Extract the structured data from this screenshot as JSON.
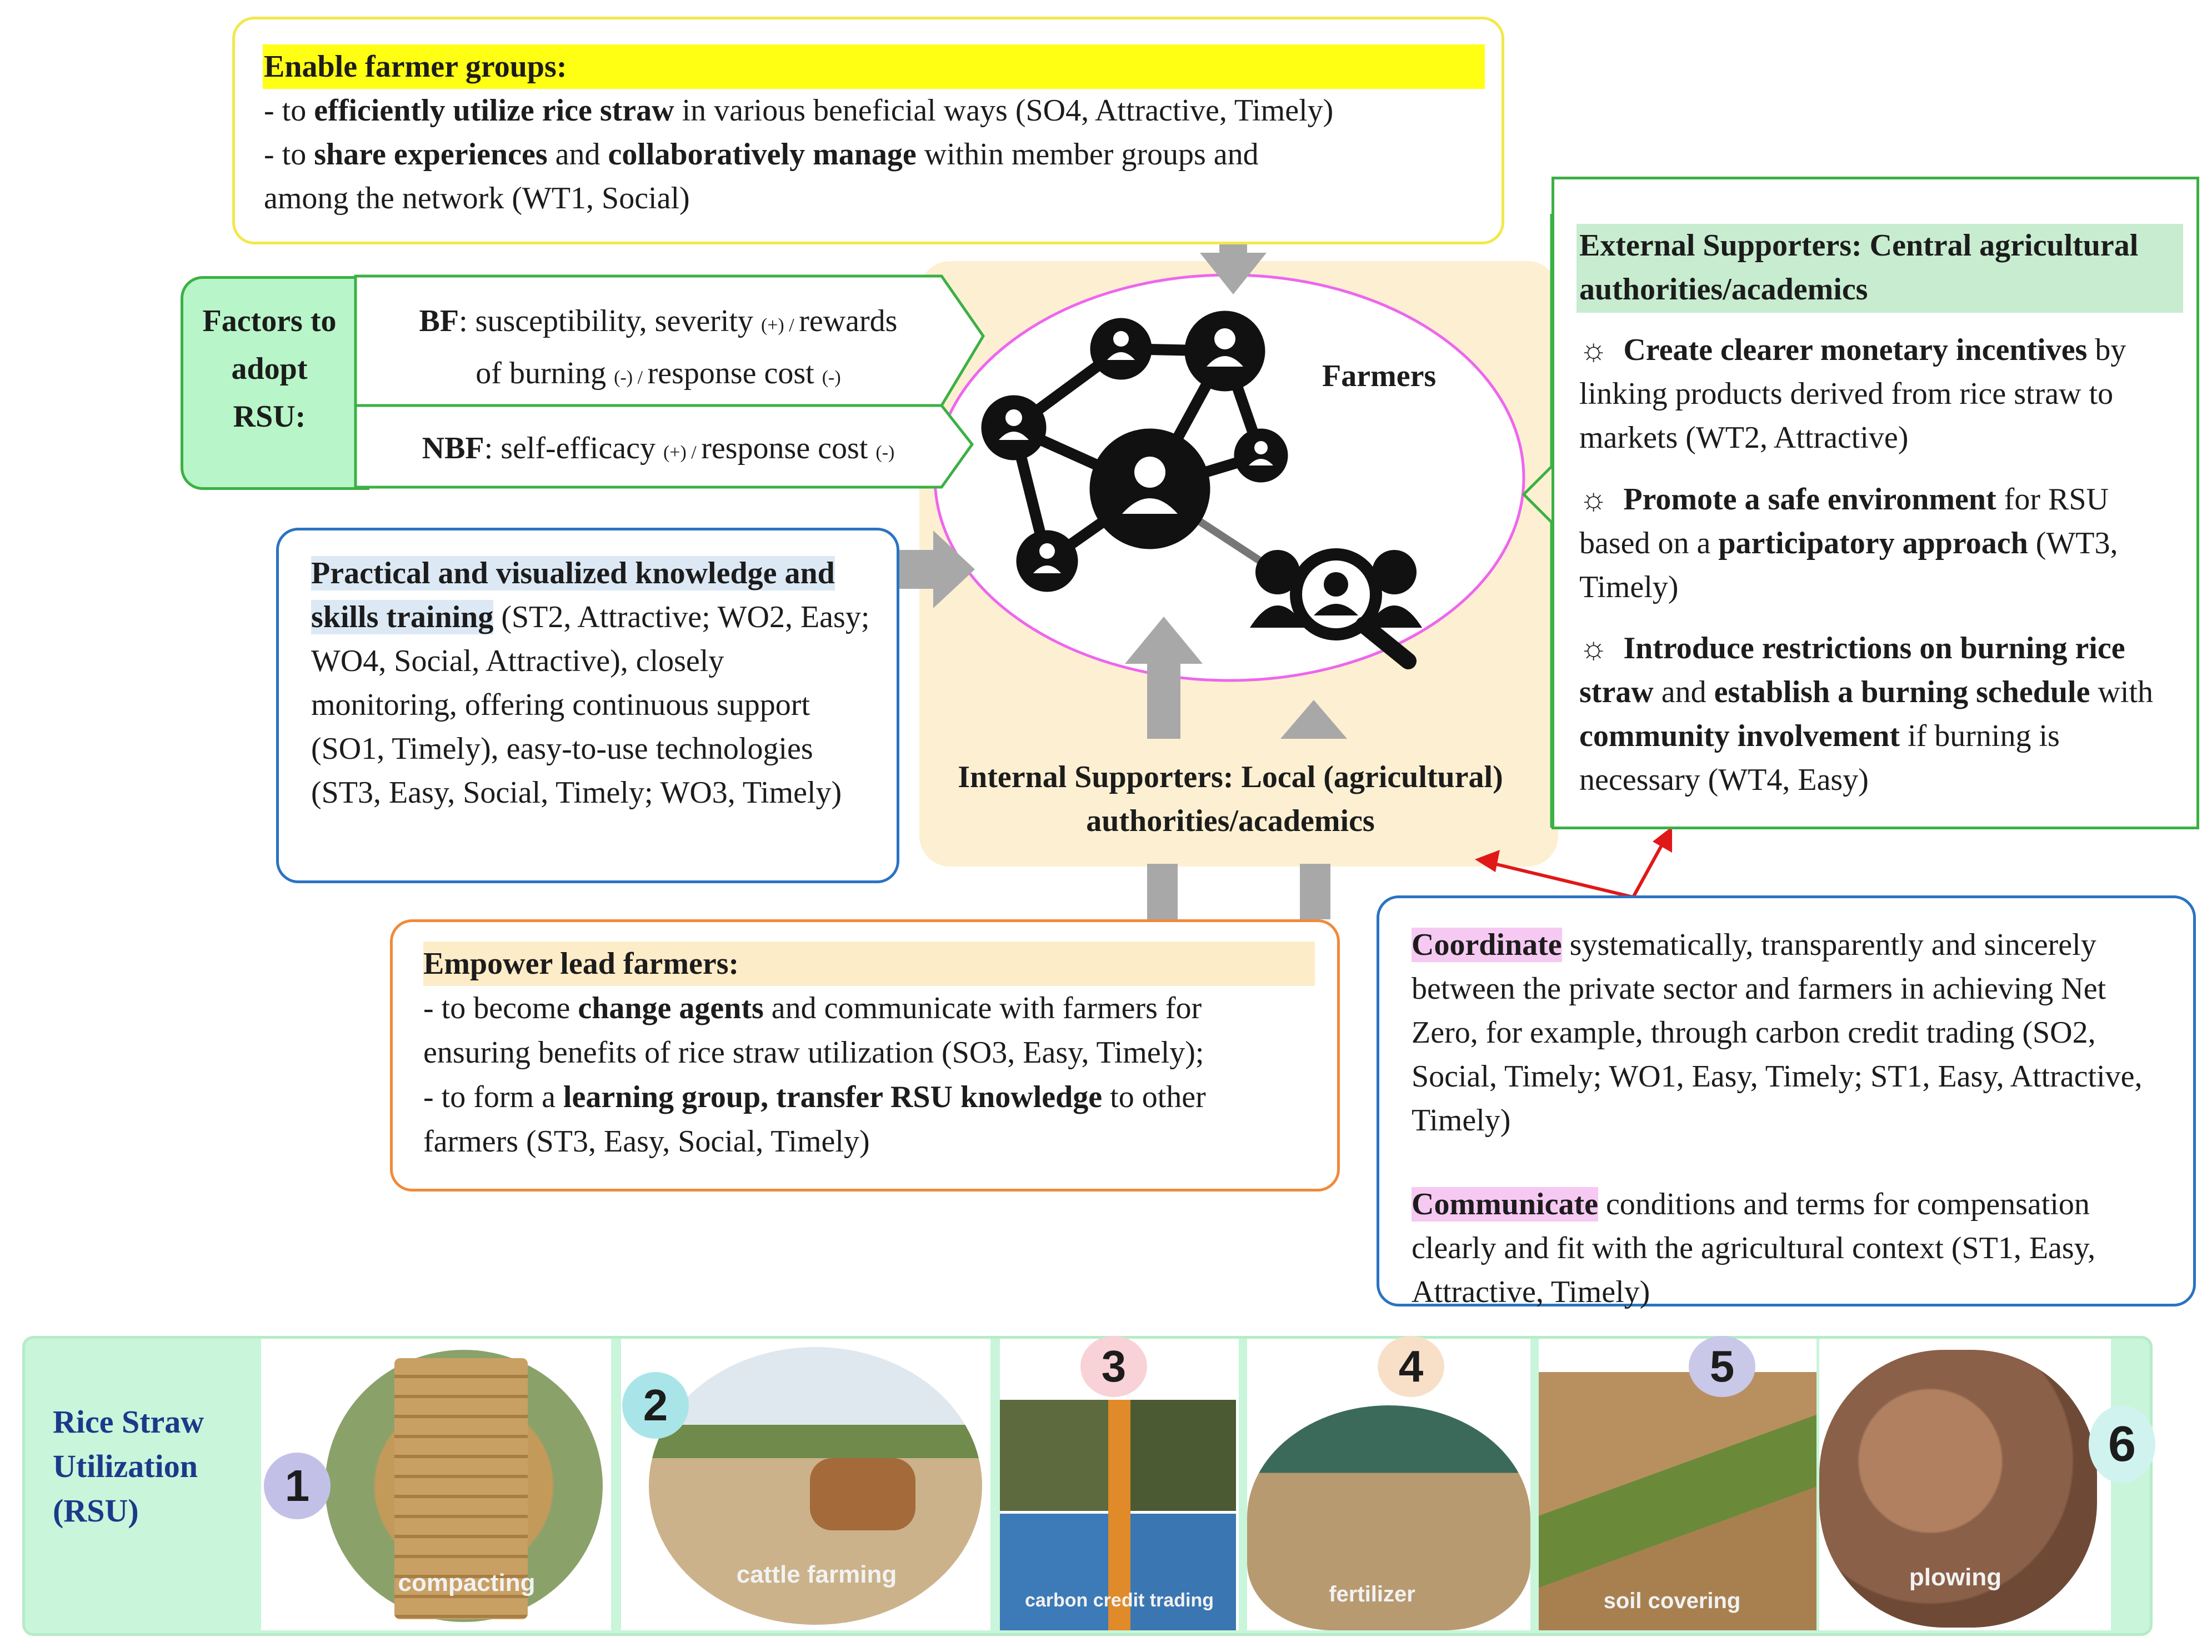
{
  "colors": {
    "yellow_border": "#f2e84a",
    "yellow_highlight": "#ffff14",
    "green_border": "#3cb045",
    "green_fill": "#b8f5c8",
    "blue_border": "#2a73c2",
    "blue_highlight": "#dce9f5",
    "orange_border": "#f08a3a",
    "peach_fill": "#fdecc8",
    "pink_highlight": "#f6c9f2",
    "central_fill": "#fdf0d2",
    "ellipse_stroke": "#ee66ee",
    "arrow_gray": "#a8a8a8",
    "red_arrow": "#e01818",
    "rsu_title": "#1a3a8a",
    "rsu_panel_fill": "#c9f5da"
  },
  "farmer_groups": {
    "title": "Enable farmer groups:",
    "line1_pre": "- to ",
    "line1_bold": "efficiently utilize rice straw",
    "line1_post": " in various beneficial ways (SO4, Attractive, Timely)",
    "line2_pre": "- to ",
    "line2_bold1": "share experiences",
    "line2_mid": " and ",
    "line2_bold2": "collaboratively manage",
    "line2_post": " within member groups and",
    "line3": "among the network (WT1, Social)"
  },
  "factors": {
    "label": "Factors to adopt RSU:",
    "bf_label": "BF",
    "bf_text1": ": susceptibility, severity ",
    "bf_plus": "(+) / ",
    "bf_text2": "rewards",
    "bf_text3": "of burning ",
    "bf_minus1": "(-) / ",
    "bf_text4": "response cost ",
    "bf_minus2": "(-)",
    "nbf_label": "NBF",
    "nbf_text1": ": self-efficacy ",
    "nbf_plus": "(+) / ",
    "nbf_text2": "response cost ",
    "nbf_minus": "(-)"
  },
  "farmers_label": "Farmers",
  "internal_supporters": "Internal Supporters: Local (agricultural) authorities/academics",
  "training": {
    "title": "Practical and visualized knowledge and skills training",
    "text": " (ST2, Attractive; WO2, Easy; WO4, Social, Attractive), closely monitoring, offering continuous support (SO1, Timely), easy-to-use technologies (ST3, Easy, Social, Timely; WO3, Timely)"
  },
  "external": {
    "title": "External Supporters: Central agricultural authorities/academics",
    "item1_bold": "Create clearer monetary incentives",
    "item1_text": " by linking products derived from rice straw to markets (WT2, Attractive)",
    "item2_bold1": "Promote a safe environment",
    "item2_text1": " for RSU based on a ",
    "item2_bold2": "participatory approach",
    "item2_text2": " (WT3, Timely)",
    "item3_bold1": "Introduce restrictions on burning rice straw",
    "item3_text1": " and ",
    "item3_bold2": "establish a burning schedule",
    "item3_text2": " with ",
    "item3_bold3": "community involvement",
    "item3_text3": " if burning is necessary (WT4, Easy)",
    "bullet": "☼"
  },
  "lead_farmers": {
    "title": "Empower lead farmers:",
    "line1_pre": "- to become ",
    "line1_bold": "change agents",
    "line1_post": " and communicate with farmers for",
    "line2": "ensuring benefits of rice straw utilization (SO3, Easy, Timely);",
    "line3_pre": "- to form a ",
    "line3_bold": "learning group, transfer RSU knowledge",
    "line3_post": " to other",
    "line4": "farmers (ST3, Easy, Social, Timely)"
  },
  "coordinate": {
    "bold1": "Coordinate",
    "text1": " systematically, transparently and sincerely between the private sector and farmers in achieving Net Zero, for example, through carbon credit trading (SO2, Social, Timely; WO1, Easy, Timely; ST1, Easy, Attractive, Timely)",
    "bold2": "Communicate",
    "text2": " conditions and terms for compensation clearly and fit with the agricultural context (ST1, Easy, Attractive, Timely)"
  },
  "rsu": {
    "title": "Rice Straw Utilization (RSU)",
    "items": [
      {
        "num": "1",
        "caption": "compacting"
      },
      {
        "num": "2",
        "caption": "cattle farming"
      },
      {
        "num": "3",
        "caption": "carbon credit trading"
      },
      {
        "num": "4",
        "caption": "fertilizer"
      },
      {
        "num": "5",
        "caption": "soil covering"
      },
      {
        "num": "6",
        "caption": "plowing"
      }
    ]
  }
}
